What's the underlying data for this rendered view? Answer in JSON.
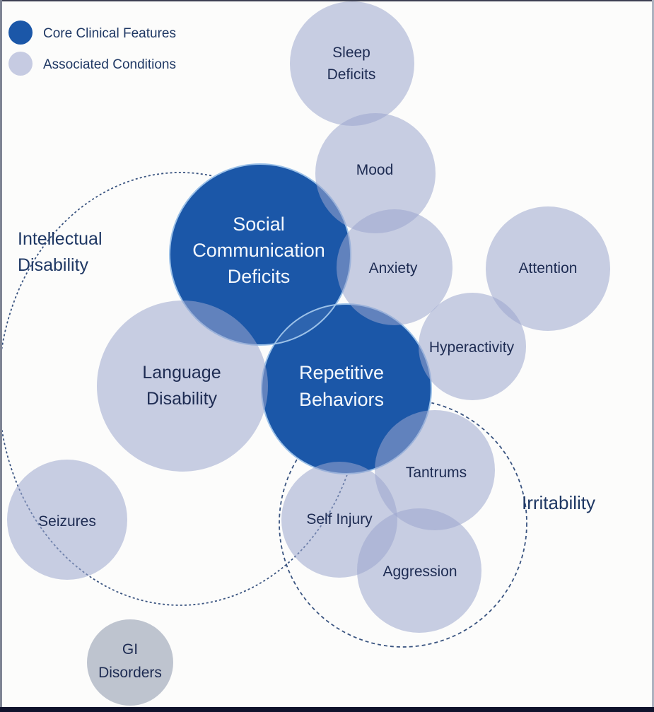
{
  "legend": {
    "core": {
      "label": "Core Clinical Features"
    },
    "associated": {
      "label": "Associated Conditions"
    }
  },
  "core_features": {
    "social_communication": {
      "lines": [
        "Social",
        "Communication",
        "Deficits"
      ]
    },
    "repetitive_behaviors": {
      "lines": [
        "Repetitive",
        "Behaviors"
      ]
    }
  },
  "associated_conditions": {
    "sleep": {
      "lines": [
        "Sleep",
        "Deficits"
      ]
    },
    "mood": {
      "lines": [
        "Mood"
      ]
    },
    "anxiety": {
      "lines": [
        "Anxiety"
      ]
    },
    "attention": {
      "lines": [
        "Attention"
      ]
    },
    "hyperactivity": {
      "lines": [
        "Hyperactivity"
      ]
    },
    "language": {
      "lines": [
        "Language",
        "Disability"
      ]
    },
    "tantrums": {
      "lines": [
        "Tantrums"
      ]
    },
    "self_injury": {
      "lines": [
        "Self Injury"
      ]
    },
    "aggression": {
      "lines": [
        "Aggression"
      ]
    },
    "seizures": {
      "lines": [
        "Seizures"
      ]
    },
    "gi": {
      "lines": [
        "GI",
        "Disorders"
      ]
    }
  },
  "clusters": {
    "intellectual_disability": {
      "lines": [
        "Intellectual",
        "Disability"
      ]
    },
    "irritability": {
      "lines": [
        "Irritability"
      ]
    }
  },
  "colors": {
    "core_fill": "#1b57a8",
    "core_overlap": "#2d64af",
    "core_stroke": "#9cc1e8",
    "associated_fill": "rgba(154,165,205,0.55)",
    "gi_fill": "rgba(148,158,178,0.6)",
    "legend_associated_swatch": "#c6cbe2",
    "dash_stroke": "#3a5480",
    "label_on_light": "#1d2b52",
    "label_on_core": "#f4f8fd",
    "cluster_label": "#1f3864"
  }
}
